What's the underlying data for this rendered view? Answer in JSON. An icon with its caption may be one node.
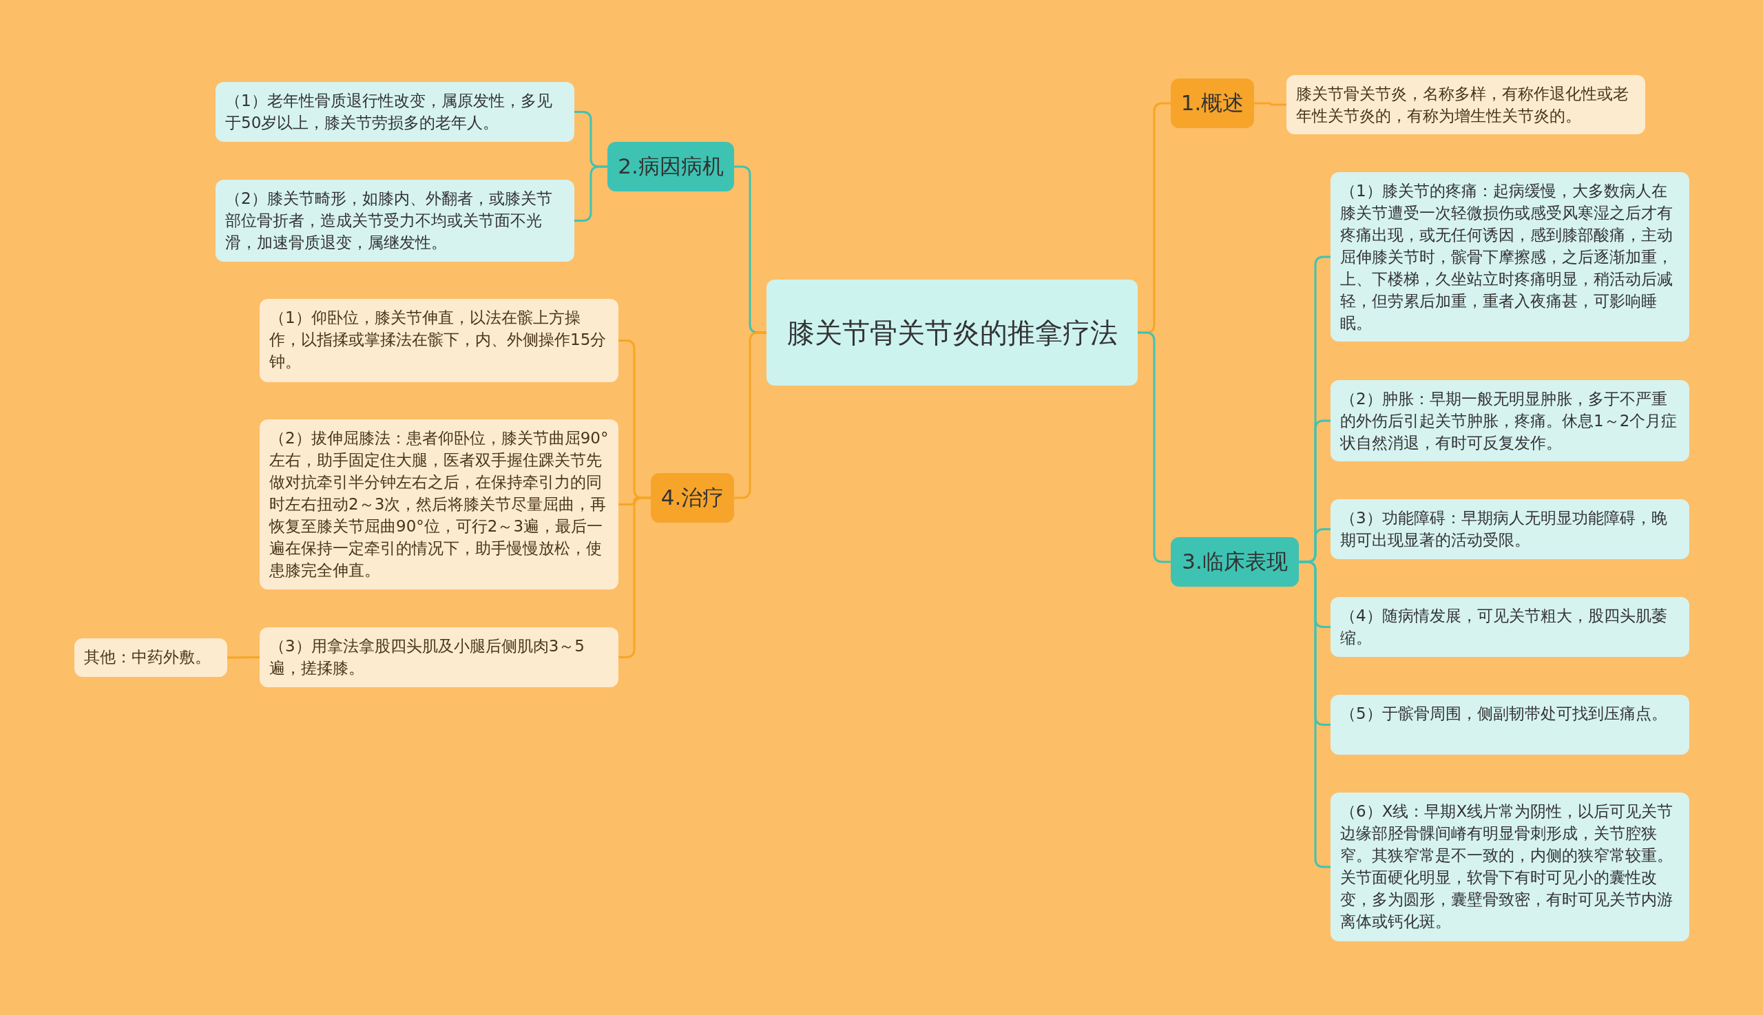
{
  "diagram": {
    "nodes": [
      {
        "text": [
          "膝关节骨关节炎的推拿疗法"
        ]
      },
      {
        "text": [
          "1.概述"
        ]
      },
      {
        "text": [
          "膝关节骨关节炎，名称多样，有称作退化性或老年性关节炎的，有称为增生性关节炎的。"
        ]
      },
      {
        "text": [
          "2.病因病机"
        ]
      },
      {
        "text": [
          "（1）老年性骨质退行性改变，属原发性，多见于50岁以上，膝关节劳损多的老年人。"
        ]
      },
      {
        "text": [
          "（2）膝关节畸形，如膝内、外翻者，或膝关节部位骨折者，造成关节受力不均或关节面不光滑，加速骨质退变，属继发性。"
        ]
      },
      {
        "text": [
          "3.临床表现"
        ]
      },
      {
        "text": [
          "（1）膝关节的疼痛：起病缓慢，大多数病人在膝关节遭受一次轻微损伤或感受风寒湿之后才有疼痛出现，或无任何诱因，感到膝部酸痛，主动屈伸膝关节时，髌骨下摩擦感，之后逐渐加重，上、下楼梯，久坐站立时疼痛明显，稍活动后减轻，但劳累后加重，重者入夜痛甚，可影响睡眠。"
        ]
      },
      {
        "text": [
          "（2）肿胀：早期一般无明显肿胀，多于不严重的外伤后引起关节肿胀，疼痛。休息1～2个月症状自然消退，有时可反复发作。"
        ]
      },
      {
        "text": [
          "（3）功能障碍：早期病人无明显功能障碍，晚期可出现显著的活动受限。"
        ]
      },
      {
        "text": [
          "（4）随病情发展，可见关节粗大，股四头肌萎缩。"
        ]
      },
      {
        "text": [
          "（5）于髌骨周围，侧副韧带处可找到压痛点。"
        ]
      },
      {
        "text": [
          "（6）X线：早期X线片常为阴性，以后可见关节边缘部胫骨髁间嵴有明显骨刺形成，关节腔狭窄。其狭窄常是不一致的，内侧的狭窄常较重。关节面硬化明显，软骨下有时可见小的囊性改变，多为圆形，囊壁骨致密，有时可见关节内游离体或钙化斑。"
        ]
      },
      {
        "text": [
          "4.治疗"
        ]
      },
      {
        "text": [
          "（1）仰卧位，膝关节伸直，以法在髌上方操作，以指揉或掌揉法在髌下，内、外侧操作15分钟。"
        ]
      },
      {
        "text": [
          "（2）拔伸屈膝法：患者仰卧位，膝关节曲屈90°左右，助手固定住大腿，医者双手握住踝关节先做对抗牵引半分钟左右之后，在保持牵引力的同时左右扭动2～3次，然后将膝关节尽量屈曲，再恢复至膝关节屈曲90°位，可行2～3遍，最后一遍在保持一定牵引的情况下，助手慢慢放松，使患膝完全伸直。"
        ]
      },
      {
        "text": [
          "（3）用拿法拿股四头肌及小腿后侧肌肉3～5遍，搓揉膝。"
        ]
      },
      {
        "text": [
          "其他：中药外敷。"
        ]
      }
    ],
    "edges": [
      {
        "from": 0,
        "to": 1,
        "arrow": "none",
        "color": "#f5a623"
      },
      {
        "from": 1,
        "to": 2,
        "arrow": "none",
        "color": "#f5a623"
      },
      {
        "from": 0,
        "to": 3,
        "arrow": "none"
      },
      {
        "from": 3,
        "to": 4,
        "arrow": "none"
      },
      {
        "from": 3,
        "to": 5,
        "arrow": "none"
      },
      {
        "from": 0,
        "to": 6,
        "arrow": "none"
      },
      {
        "from": 6,
        "to": 7,
        "arrow": "none"
      },
      {
        "from": 6,
        "to": 8,
        "arrow": "none"
      },
      {
        "from": 6,
        "to": 9,
        "arrow": "none"
      },
      {
        "from": 6,
        "to": 10,
        "arrow": "none"
      },
      {
        "from": 6,
        "to": 11,
        "arrow": "none"
      },
      {
        "from": 6,
        "to": 12,
        "arrow": "none"
      },
      {
        "from": 0,
        "to": 13,
        "arrow": "none",
        "color": "#f5a623"
      },
      {
        "from": 13,
        "to": 14,
        "arrow": "none",
        "color": "#f5a623"
      },
      {
        "from": 13,
        "to": 15,
        "arrow": "none",
        "color": "#f5a623"
      },
      {
        "from": 13,
        "to": 16,
        "arrow": "none",
        "color": "#f5a623"
      },
      {
        "from": 16,
        "to": 17,
        "arrow": "none",
        "color": "#f5a623"
      }
    ]
  }
}
